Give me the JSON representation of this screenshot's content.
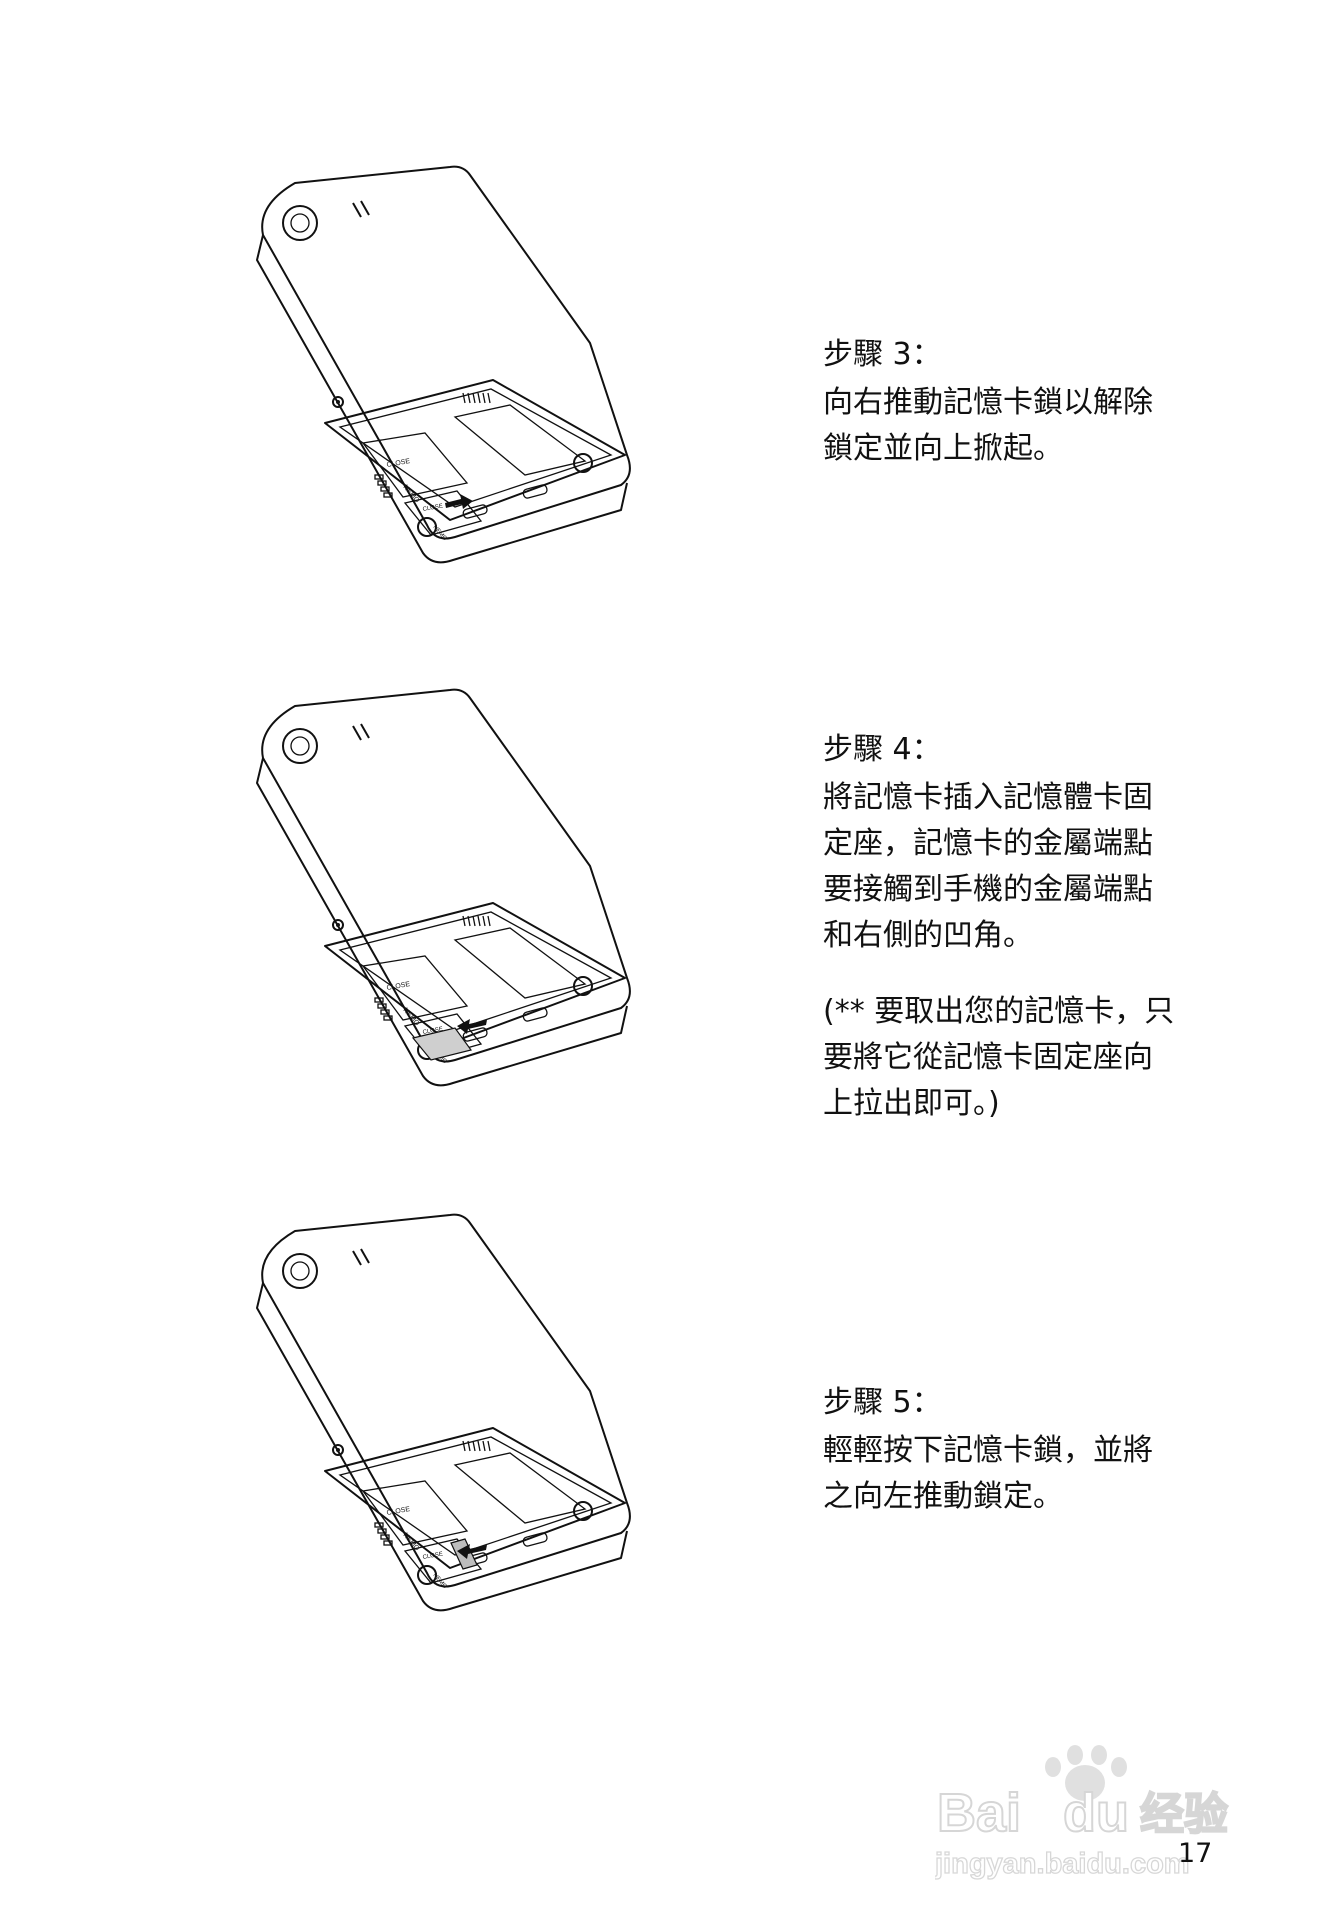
{
  "steps": [
    {
      "heading": "步驟 3：",
      "lines": [
        "向右推動記憶卡鎖以解除",
        "鎖定並向上掀起。"
      ],
      "note_lines": [],
      "card": "none",
      "arrow": "right",
      "icon": "phone-battery-compartment-open"
    },
    {
      "heading": "步驟 4：",
      "lines": [
        "將記憶卡插入記憶體卡固",
        "定座，記憶卡的金屬端點",
        "要接觸到手機的金屬端點",
        "和右側的凹角。"
      ],
      "note_lines": [
        "(** 要取出您的記憶卡，只",
        "要將它從記憶卡固定座向",
        "上拉出即可。)"
      ],
      "card": "raised",
      "arrow": "left",
      "icon": "phone-battery-compartment-open"
    },
    {
      "heading": "步驟 5：",
      "lines": [
        "輕輕按下記憶卡鎖，並將",
        "之向左推動鎖定。"
      ],
      "note_lines": [],
      "card": "seated",
      "arrow": "left",
      "icon": "phone-battery-compartment-open"
    }
  ],
  "phone_labels": {
    "close": "CLOSE",
    "open": "NEΜO"
  },
  "watermark": {
    "brand": "Bai",
    "brand2": "du",
    "chinese": "经验",
    "url": "jingyan.baidu.com"
  },
  "page_number": "17"
}
